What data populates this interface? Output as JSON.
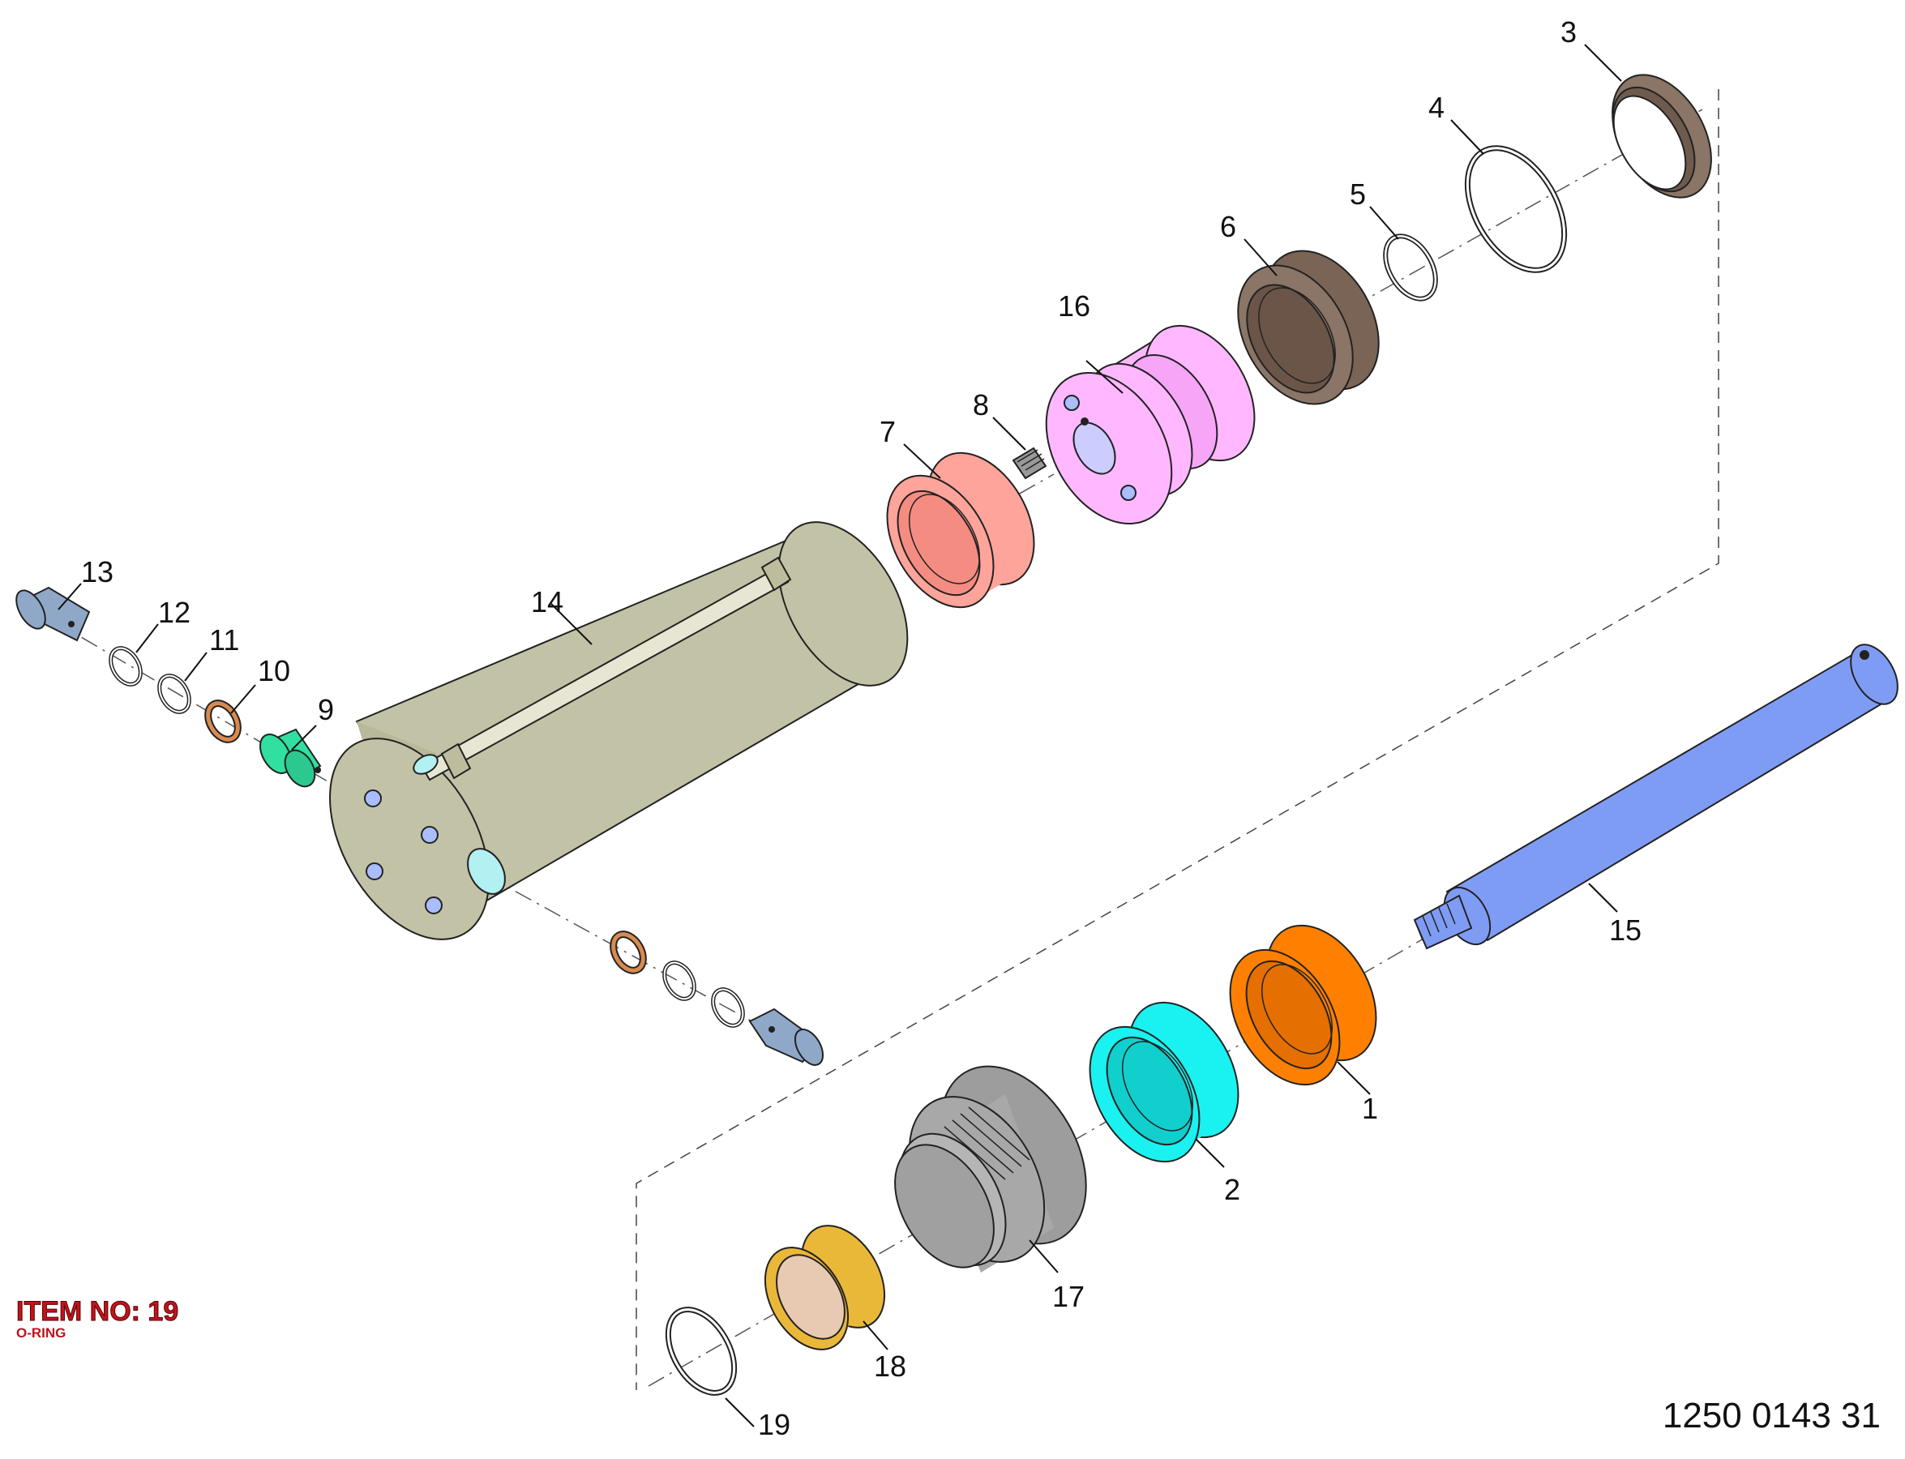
{
  "item_info": {
    "title": "ITEM NO: 19",
    "description": "O-RING"
  },
  "drawing_number": "1250 0143 31",
  "callouts": [
    "1",
    "2",
    "3",
    "4",
    "5",
    "6",
    "7",
    "8",
    "9",
    "10",
    "11",
    "12",
    "13",
    "14",
    "15",
    "16",
    "17",
    "18",
    "19"
  ],
  "colors": {
    "bushing_1": "#ff8000",
    "ring_2": "#19f2f0",
    "ring_3": "#8a7566",
    "oring": "#ffffff",
    "seal_6": "#8a7566",
    "ring_7": "#ffa49b",
    "fitting_9": "#31e0a0",
    "washer_10": "#d98a50",
    "fitting_13": "#8fa8c8",
    "cylinder_14": "#c2c2a6",
    "rod_15": "#7f9cf5",
    "piston_16": "#ffb8ff",
    "gland_17": "#a8a8a8",
    "bushing_18": "#eab838"
  }
}
